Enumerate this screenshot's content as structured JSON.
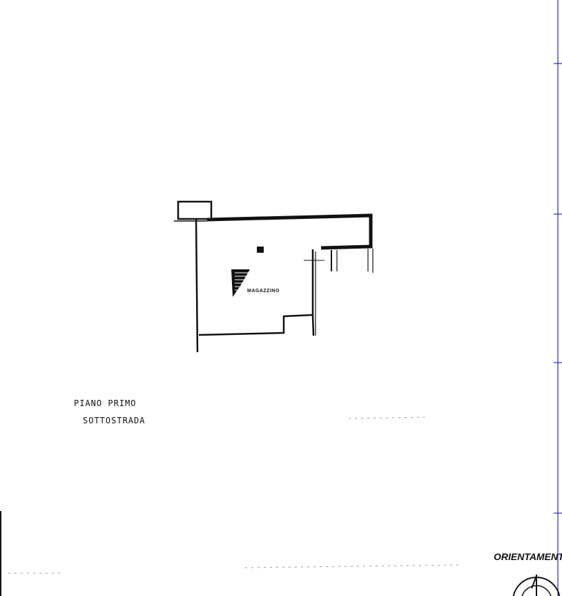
{
  "plan": {
    "room_label": "MAGAZZINO",
    "floor_label_line1": "PIANO  PRIMO",
    "floor_label_line2": "SOTTOSTRADA",
    "orientation_label": "ORIENTAMENTO"
  },
  "colors": {
    "ink": "#111111",
    "frame_line": "#2a2ab8"
  }
}
